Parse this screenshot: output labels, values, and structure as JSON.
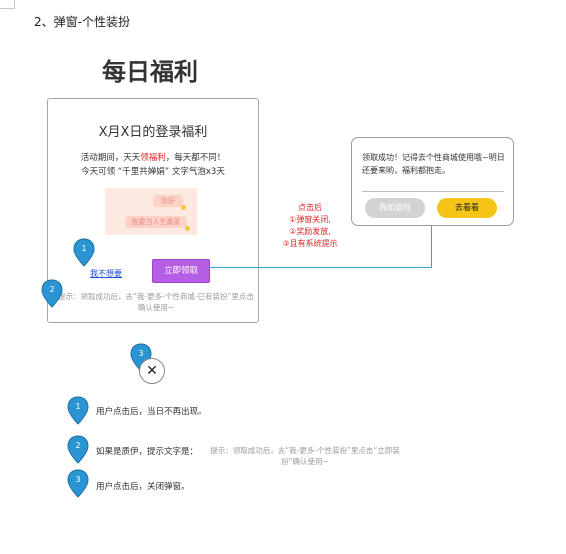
{
  "header": {
    "section_title": "2、弹窗-个性装扮"
  },
  "main_title": "每日福利",
  "popup": {
    "title": "X月X日的登录福利",
    "desc_prefix": "活动期间，天天",
    "desc_highlight": "领福利",
    "desc_suffix": "，每天都不同！",
    "desc_line2": "今天可领 “千里共婵娟” 文字气泡x3天",
    "bubble_top": "你好",
    "bubble_bottom": "我要当人生赢家",
    "claim_button": "立即领取",
    "not_want_link": "我不想要",
    "hint": "提示：领取成功后，去“我-更多-个性商城-已有装扮”里点击确认使用~"
  },
  "annotation": {
    "line1": "点击后",
    "line2": "①弹窗关闭,",
    "line3": "②奖励发放,",
    "line4": "③且有系统提示"
  },
  "toast": {
    "text": "领取成功！记得去个性商城使用哦~明日还要来哟，福利都抱走。",
    "btn_cancel": "我知道啦",
    "btn_go": "去看看"
  },
  "pins": {
    "p1": "1",
    "p2": "2",
    "p3": "3"
  },
  "close_glyph": "✕",
  "legend": [
    {
      "num": "1",
      "text": "用户点击后，当日不再出现。"
    },
    {
      "num": "2",
      "text": "如果是质伊，提示文字是：",
      "grey": "提示：领取成功后，去“我-更多-个性装扮”里点击“立即装扮”确认使用~"
    },
    {
      "num": "3",
      "text": "用户点击后，关闭弹窗。"
    }
  ],
  "colors": {
    "pin": "#2b95d4",
    "claim": "#b65de6",
    "go": "#f6c319",
    "highlight": "#e02424",
    "connector": "#3aa0d8"
  }
}
